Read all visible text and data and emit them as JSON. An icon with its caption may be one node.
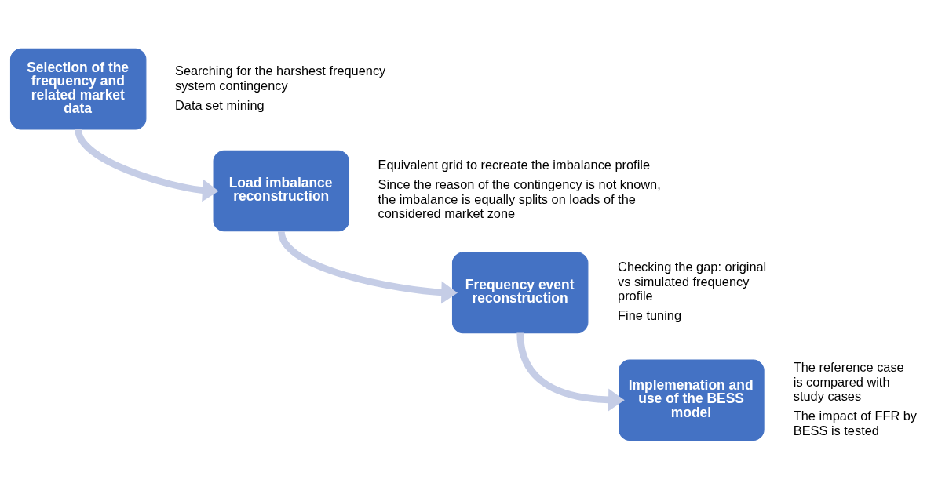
{
  "diagram": {
    "nodes": [
      {
        "text": [
          "Selection of the frequency and related market data"
        ],
        "beside": [
          "Searching for the harshest frequency system contingency",
          "Data set mining"
        ]
      },
      {
        "text": [
          "Load imbalance reconstruction"
        ],
        "beside": [
          "Equivalent grid to recreate the imbalance profile",
          "Since the reason of the contingency is not known, the imbalance is equally splits on loads of the considered market zone"
        ]
      },
      {
        "text": [
          "Frequency event reconstruction"
        ],
        "beside": [
          "Checking the gap: original vs simulated frequency profile",
          "Fine tuning"
        ]
      },
      {
        "text": [
          "Implemenation and use of the BESS model"
        ],
        "beside": [
          "The reference case is compared with study cases",
          "The impact of FFR by BESS is tested"
        ]
      }
    ],
    "edges": [
      {
        "from": 0,
        "to": 1,
        "arrow": "to"
      },
      {
        "from": 1,
        "to": 2,
        "arrow": "to"
      },
      {
        "from": 2,
        "to": 3,
        "arrow": "to"
      }
    ]
  }
}
